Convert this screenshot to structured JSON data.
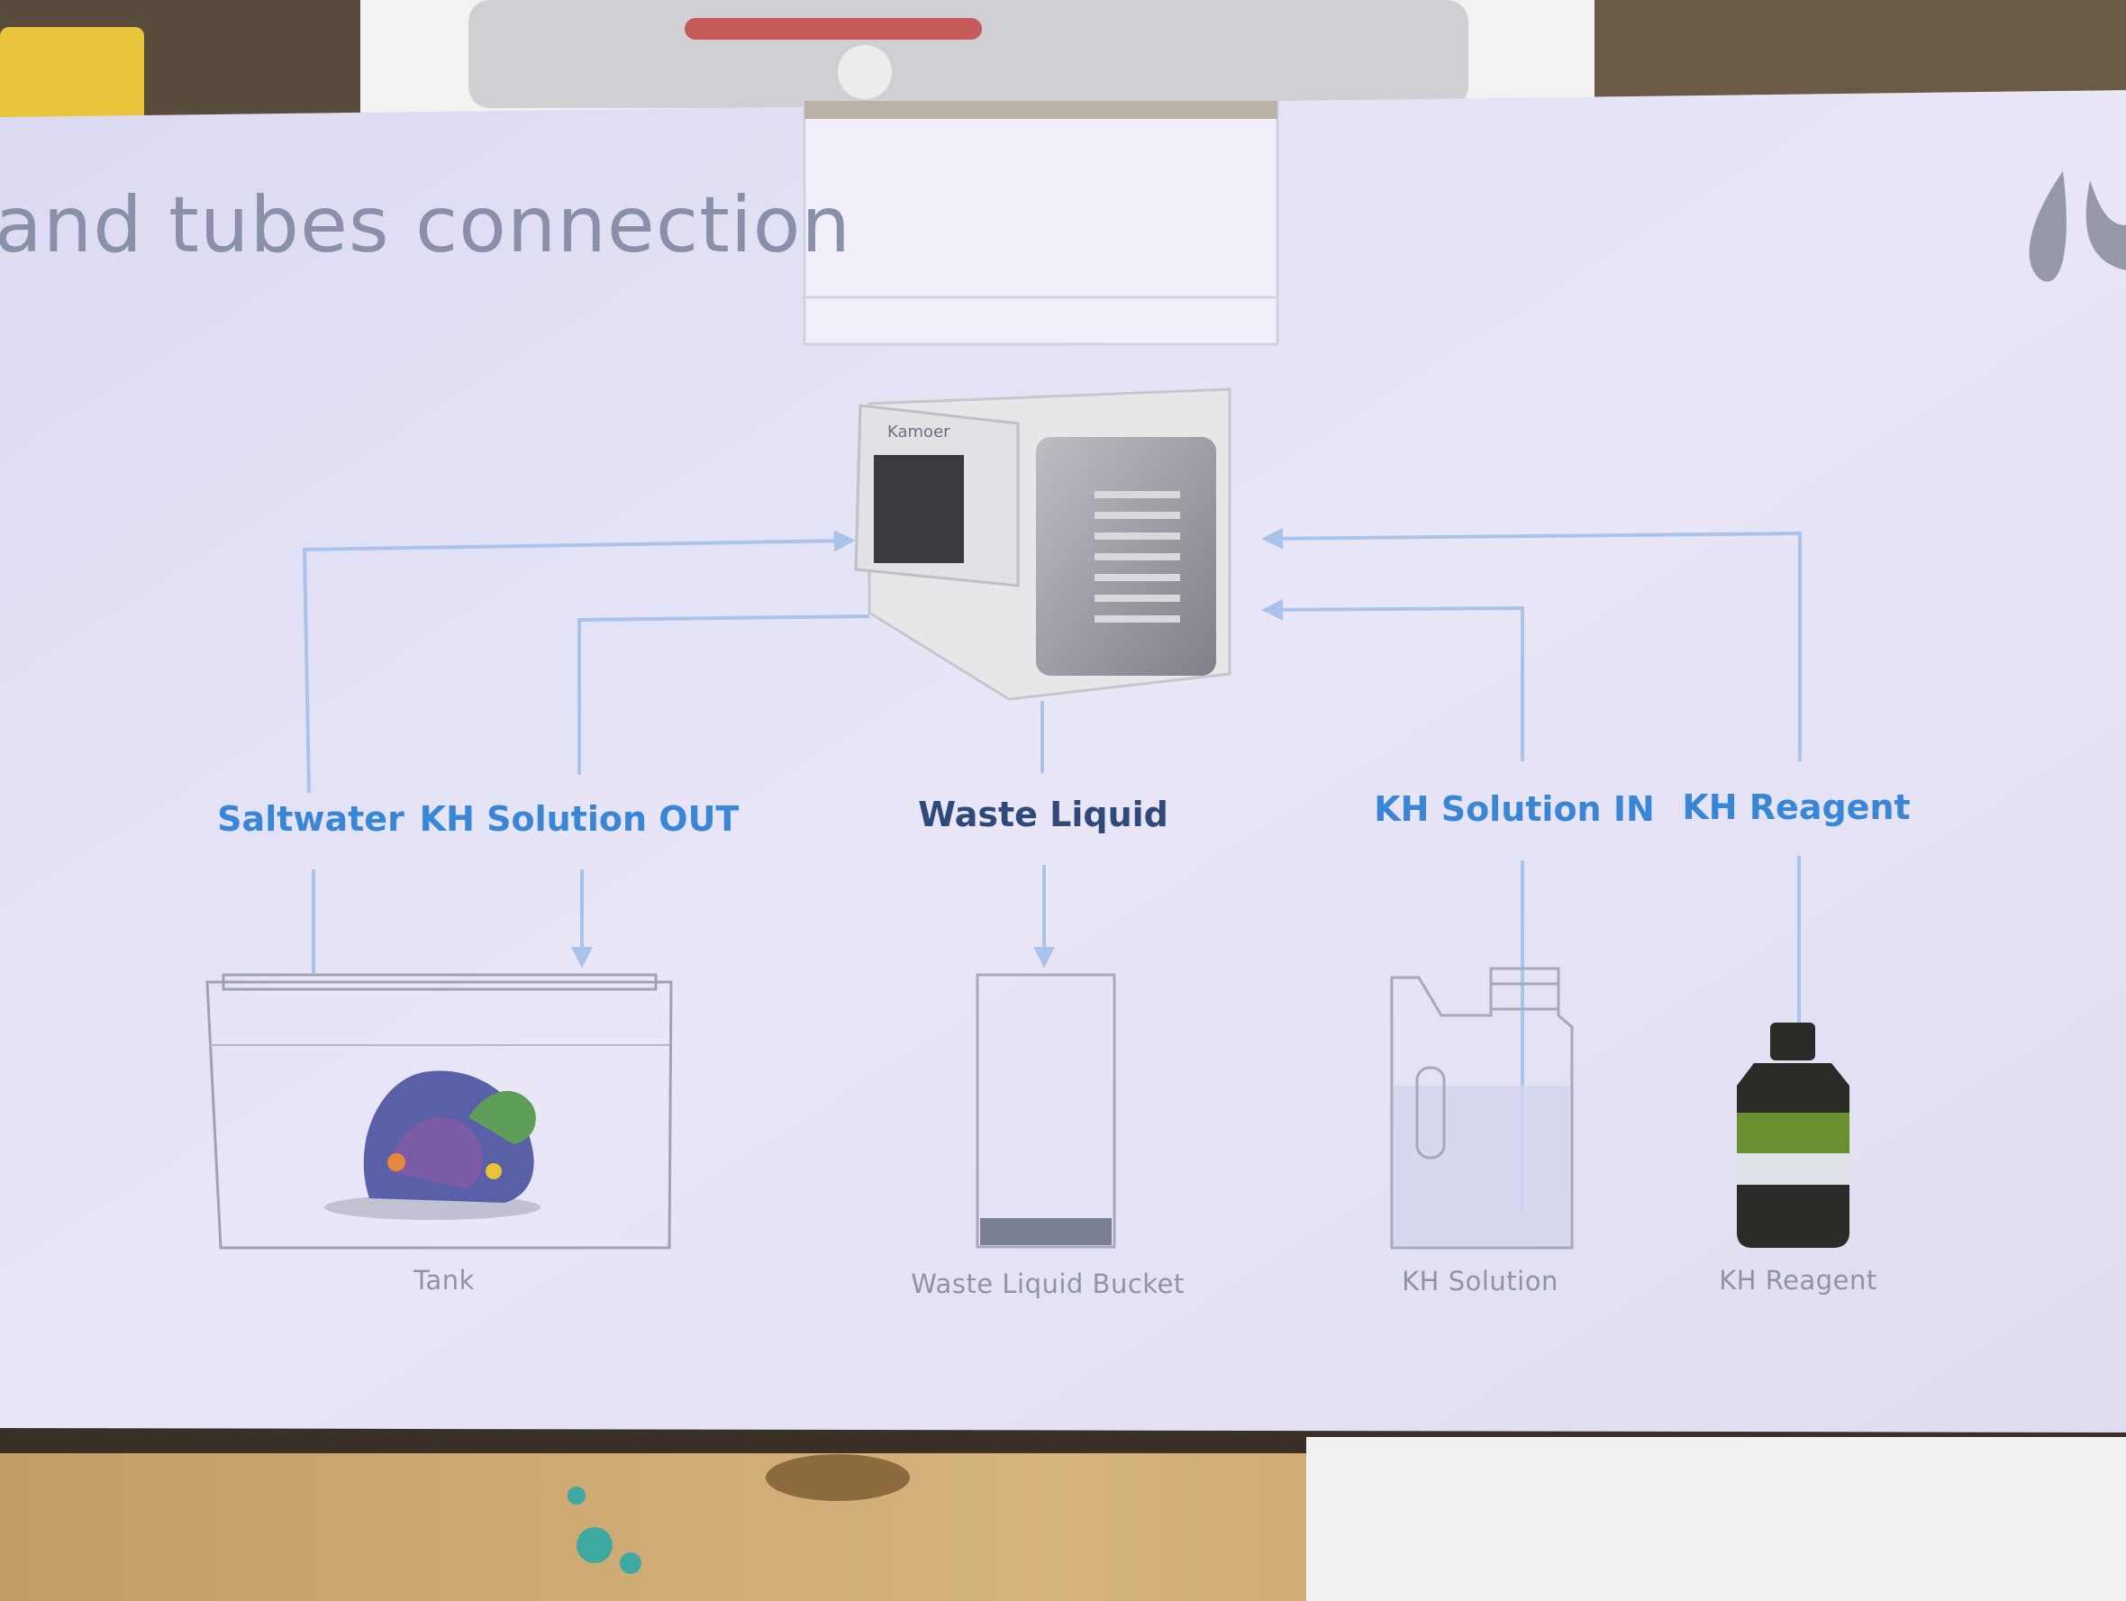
{
  "heading": "and tubes connection",
  "device": {
    "brand": "Kamoer"
  },
  "tube_labels": {
    "saltwater": "Saltwater",
    "kh_solution_out": "KH Solution OUT",
    "waste_liquid": "Waste Liquid",
    "kh_solution_in": "KH Solution IN",
    "kh_reagent": "KH Reagent"
  },
  "captions": {
    "tank": "Tank",
    "waste_bucket": "Waste Liquid Bucket",
    "kh_solution": "KH Solution",
    "kh_reagent": "KH Reagent"
  },
  "colors": {
    "card": "#e6e3f6",
    "tube_line": "#a9c3ea",
    "label_blue": "#3a86d6",
    "label_dark": "#2f4a78",
    "caption": "#8f93a6",
    "reagent_band": "#6a8f2e"
  }
}
